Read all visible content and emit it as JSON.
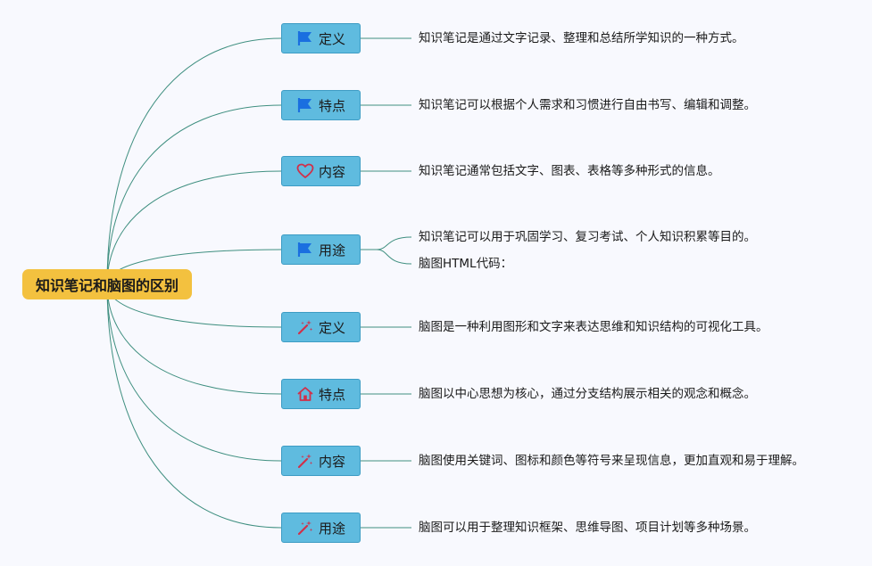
{
  "root": {
    "label": "知识笔记和脑图的区别"
  },
  "colors": {
    "root_bg": "#f3c13f",
    "branch_bg": "#5fbbdf",
    "link": "#3f8f80",
    "flag_icon": "#1a6fe0",
    "heart_icon": "#d0304a",
    "wand_icon": "#d0304a",
    "home_icon": "#d0304a"
  },
  "branches": [
    {
      "label": "定义",
      "icon": "flag-icon",
      "leaves": [
        "知识笔记是通过文字记录、整理和总结所学知识的一种方式。"
      ]
    },
    {
      "label": "特点",
      "icon": "flag-icon",
      "leaves": [
        "知识笔记可以根据个人需求和习惯进行自由书写、编辑和调整。"
      ]
    },
    {
      "label": "内容",
      "icon": "heart-icon",
      "leaves": [
        "知识笔记通常包括文字、图表、表格等多种形式的信息。"
      ]
    },
    {
      "label": "用途",
      "icon": "flag-icon",
      "leaves": [
        "知识笔记可以用于巩固学习、复习考试、个人知识积累等目的。",
        "脑图HTML代码："
      ]
    },
    {
      "label": "定义",
      "icon": "magic-wand-icon",
      "leaves": [
        "脑图是一种利用图形和文字来表达思维和知识结构的可视化工具。"
      ]
    },
    {
      "label": "特点",
      "icon": "home-icon",
      "leaves": [
        "脑图以中心思想为核心，通过分支结构展示相关的观念和概念。"
      ]
    },
    {
      "label": "内容",
      "icon": "magic-wand-icon",
      "leaves": [
        "脑图使用关键词、图标和颜色等符号来呈现信息，更加直观和易于理解。"
      ]
    },
    {
      "label": "用途",
      "icon": "magic-wand-icon",
      "leaves": [
        "脑图可以用于整理知识框架、思维导图、项目计划等多种场景。"
      ]
    }
  ]
}
